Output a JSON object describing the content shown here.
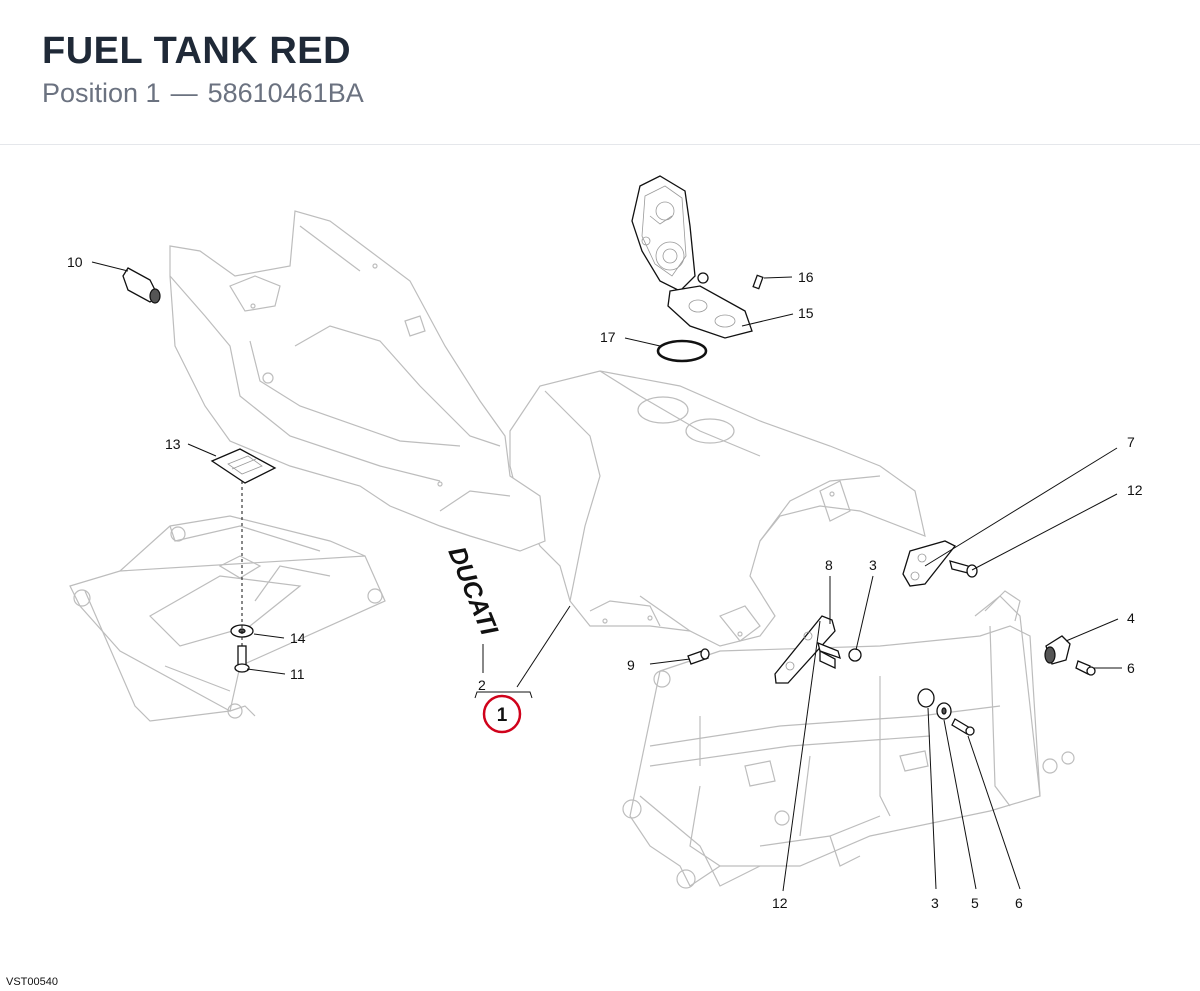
{
  "header": {
    "title": "FUEL TANK RED",
    "position_label": "Position 1",
    "separator": "—",
    "part_number": "58610461BA"
  },
  "diagram": {
    "brand_decal": "DUCATI",
    "highlight_color": "#d0021b",
    "callouts": [
      {
        "id": "c10",
        "label": "10"
      },
      {
        "id": "c13",
        "label": "13"
      },
      {
        "id": "c14",
        "label": "14"
      },
      {
        "id": "c11",
        "label": "11"
      },
      {
        "id": "c17",
        "label": "17"
      },
      {
        "id": "c16",
        "label": "16"
      },
      {
        "id": "c15",
        "label": "15"
      },
      {
        "id": "c7",
        "label": "7"
      },
      {
        "id": "c12a",
        "label": "12"
      },
      {
        "id": "c8",
        "label": "8"
      },
      {
        "id": "c3a",
        "label": "3"
      },
      {
        "id": "c4",
        "label": "4"
      },
      {
        "id": "c6a",
        "label": "6"
      },
      {
        "id": "c9",
        "label": "9"
      },
      {
        "id": "c2",
        "label": "2"
      },
      {
        "id": "c1",
        "label": "1"
      },
      {
        "id": "c12b",
        "label": "12"
      },
      {
        "id": "c3b",
        "label": "3"
      },
      {
        "id": "c5",
        "label": "5"
      },
      {
        "id": "c6b",
        "label": "6"
      }
    ]
  },
  "footer": {
    "drawing_code": "VST00540"
  }
}
